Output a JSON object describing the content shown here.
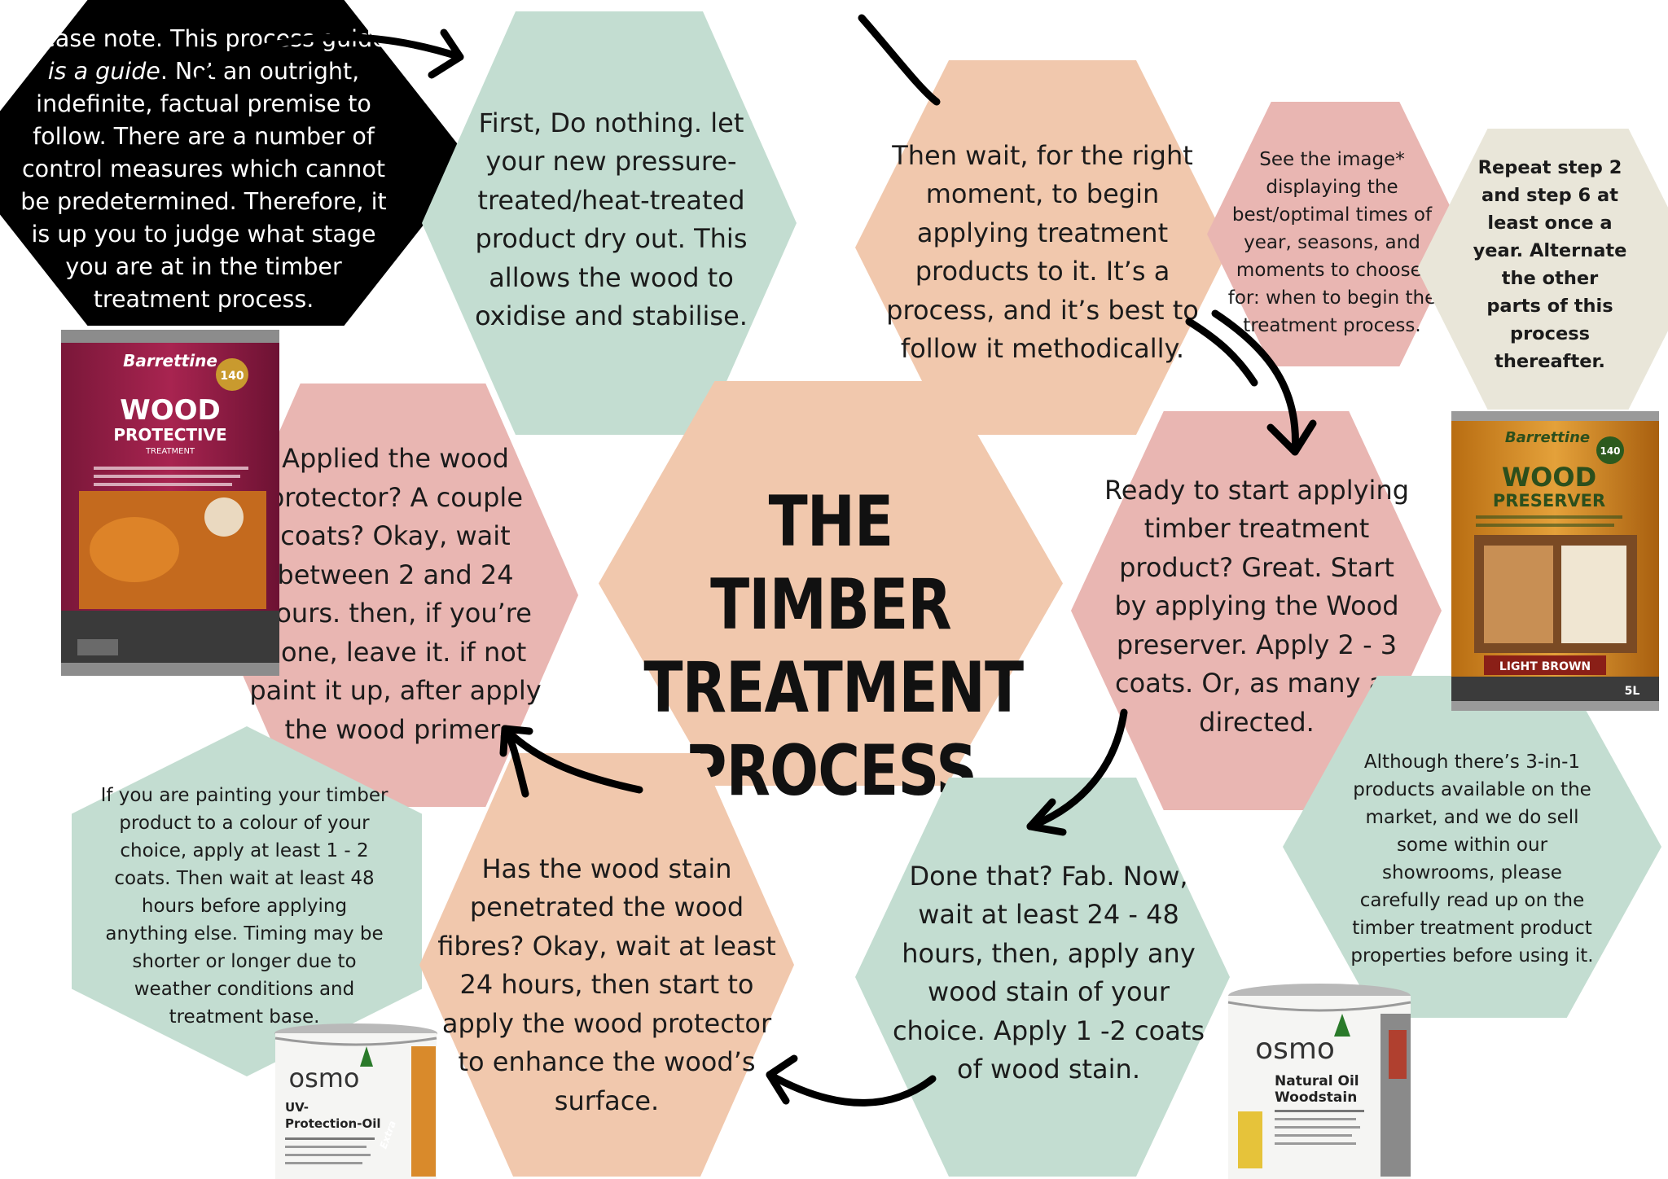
{
  "title": {
    "line1": "THE TIMBER",
    "line2": "TREATMENT",
    "line3": "PROCESS"
  },
  "disclaimer": {
    "part1": "Please note. This process guide",
    "emphasis": "is a guide",
    "part2": ". Not an outright, indefinite, factual premise to follow. There are a number of control measures which cannot be predetermined. Therefore, it is up you to judge what stage you are at in the timber treatment process."
  },
  "steps": {
    "step1": "First, Do nothing. let your new pressure-treated/heat-treated product dry out. This allows the wood to oxidise and stabilise.",
    "step2": "Then wait, for the right moment, to begin applying treatment products to it. It’s a process, and it’s best to follow it methodically.",
    "step3": "Ready to start applying timber treatment product? Great. Start by applying the Wood preserver. Apply 2 - 3 coats. Or, as many as directed.",
    "step4": "Done that? Fab. Now, wait at least 24 - 48 hours, then, apply any wood stain of your choice. Apply 1 -2 coats of wood stain.",
    "step5": "Has the wood stain penetrated the wood fibres? Okay, wait at least 24 hours, then start to apply the wood protector to enhance the wood’s surface.",
    "step6": "Applied the wood protector? A couple coats? Okay, wait between 2 and 24 hours. then, if you’re done, leave it. if not paint it up, after apply the wood primer."
  },
  "notes": {
    "image_note": "See the image* displaying the best/optimal times of year, seasons, and moments to choose, for: when to begin the treatment process.",
    "repeat_note": "Repeat step 2 and step 6 at least once a year. Alternate the other parts of this process thereafter.",
    "three_in_one_note": "Although there’s 3-in-1 products available on the market, and we do sell some within our showrooms, please carefully read up on the timber treatment product properties before using it.",
    "painting_note": "If you are painting your timber product to a colour of your choice, apply at least 1 - 2 coats. Then wait at least 48 hours before applying anything else. Timing may be shorter or longer due to weather conditions and treatment base."
  },
  "products": {
    "protective": {
      "brand": "Barrettine",
      "line1": "WOOD",
      "line2": "PROTECTIVE",
      "line3": "TREATMENT",
      "badge": "140"
    },
    "preserver": {
      "brand": "Barrettine",
      "line1": "WOOD",
      "line2": "PRESERVER",
      "colour": "LIGHT BROWN",
      "size": "5L",
      "badge": "140"
    },
    "uv_oil": {
      "brand": "osmo",
      "line1": "UV-",
      "line2": "Protection-Oil",
      "extra": "Extra"
    },
    "woodstain": {
      "brand": "osmo",
      "line1": "Natural Oil",
      "line2": "Woodstain"
    }
  },
  "colors": {
    "mint": "#c3ddd1",
    "peach": "#f1c8ad",
    "pink": "#e9b6b2",
    "cream": "#e9e6d9",
    "black": "#000000"
  }
}
